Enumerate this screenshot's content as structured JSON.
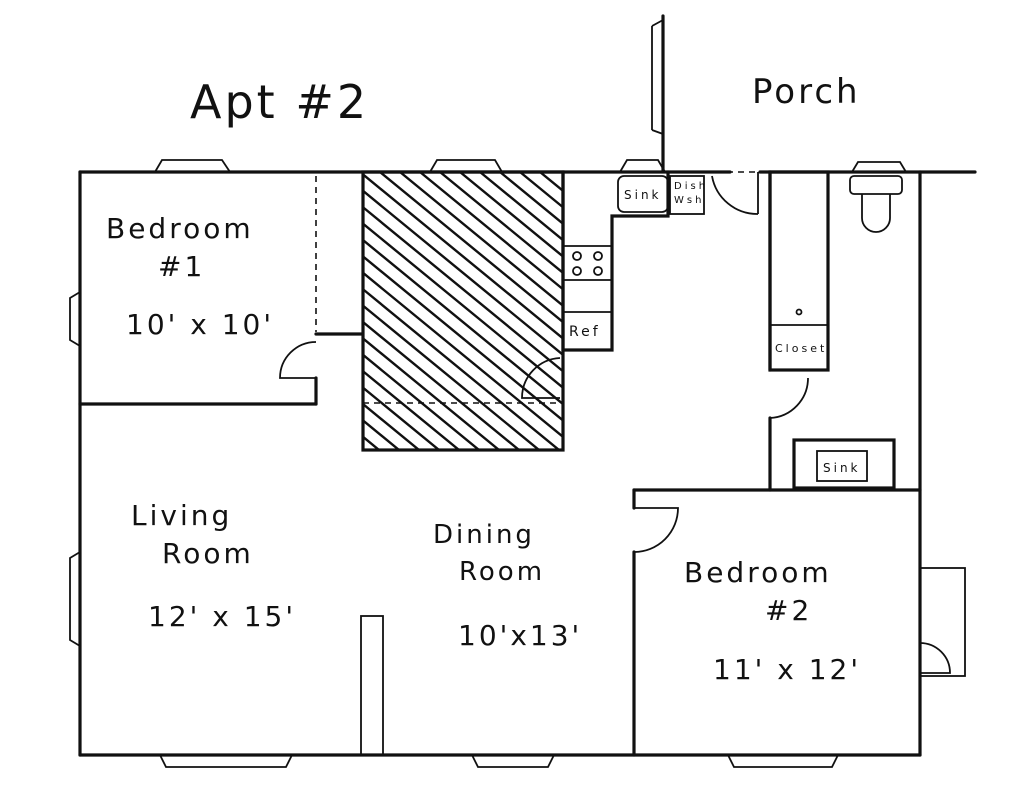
{
  "title": "Apt #2",
  "porch_label": "Porch",
  "rooms": {
    "bedroom1": {
      "name_line1": "Bedroom",
      "name_line2": "#1",
      "size": "10' x 10'"
    },
    "living": {
      "name_line1": "Living",
      "name_line2": "Room",
      "size": "12' x 15'"
    },
    "dining": {
      "name_line1": "Dining",
      "name_line2": "Room",
      "size": "10'x13'"
    },
    "bedroom2": {
      "name_line1": "Bedroom",
      "name_line2": "#2",
      "size": "11' x 12'"
    }
  },
  "fixtures": {
    "kitchen_sink": "Sink",
    "dishwasher_line1": "Dish",
    "dishwasher_line2": "Wsh",
    "refrigerator": "Ref",
    "closet": "Closet",
    "bath_sink": "Sink"
  },
  "colors": {
    "ink": "#111111",
    "paper": "#ffffff"
  }
}
